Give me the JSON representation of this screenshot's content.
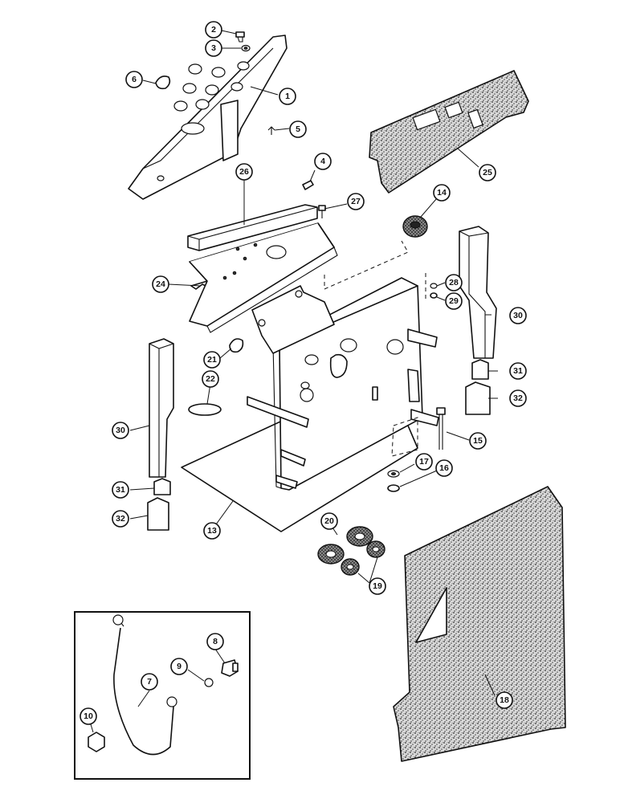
{
  "callouts": [
    {
      "id": "c1",
      "label": "1"
    },
    {
      "id": "c2",
      "label": "2"
    },
    {
      "id": "c3",
      "label": "3"
    },
    {
      "id": "c4",
      "label": "4"
    },
    {
      "id": "c5",
      "label": "5"
    },
    {
      "id": "c6",
      "label": "6"
    },
    {
      "id": "c7",
      "label": "7"
    },
    {
      "id": "c8",
      "label": "8"
    },
    {
      "id": "c9",
      "label": "9"
    },
    {
      "id": "c10",
      "label": "10"
    },
    {
      "id": "c13",
      "label": "13"
    },
    {
      "id": "c14",
      "label": "14"
    },
    {
      "id": "c15",
      "label": "15"
    },
    {
      "id": "c16",
      "label": "16"
    },
    {
      "id": "c17",
      "label": "17"
    },
    {
      "id": "c18",
      "label": "18"
    },
    {
      "id": "c19",
      "label": "19"
    },
    {
      "id": "c20",
      "label": "20"
    },
    {
      "id": "c21",
      "label": "21"
    },
    {
      "id": "c22",
      "label": "22"
    },
    {
      "id": "c24",
      "label": "24"
    },
    {
      "id": "c25",
      "label": "25"
    },
    {
      "id": "c26",
      "label": "26"
    },
    {
      "id": "c27",
      "label": "27"
    },
    {
      "id": "c28",
      "label": "28"
    },
    {
      "id": "c29",
      "label": "29"
    },
    {
      "id": "c30a",
      "label": "30"
    },
    {
      "id": "c30b",
      "label": "30"
    },
    {
      "id": "c31a",
      "label": "31"
    },
    {
      "id": "c31b",
      "label": "31"
    },
    {
      "id": "c32a",
      "label": "32"
    },
    {
      "id": "c32b",
      "label": "32"
    }
  ]
}
